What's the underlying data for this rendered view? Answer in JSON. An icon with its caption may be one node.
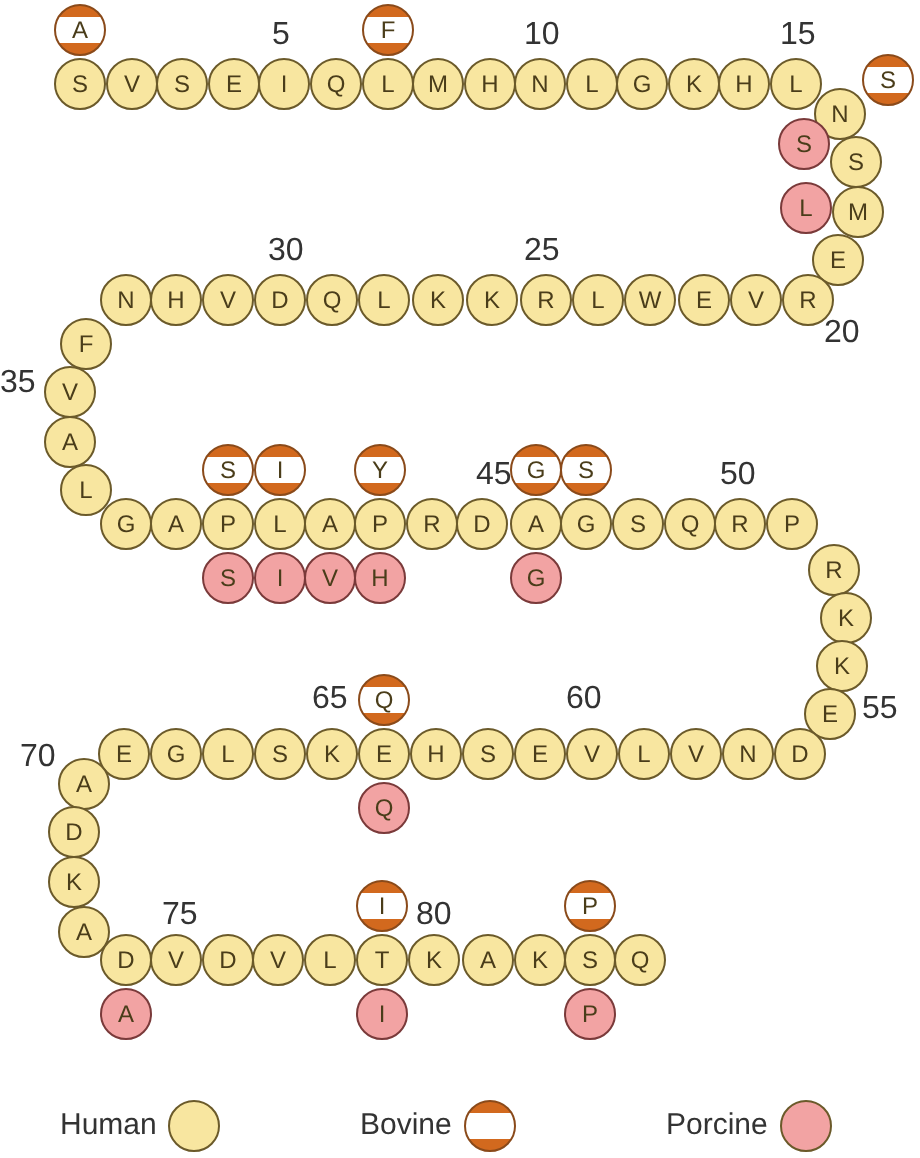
{
  "diagram": {
    "nodes": [
      {
        "text": [
          "S"
        ]
      },
      {
        "text": [
          "V"
        ]
      },
      {
        "text": [
          "S"
        ]
      },
      {
        "text": [
          "E"
        ]
      },
      {
        "text": [
          "I"
        ]
      },
      {
        "text": [
          "Q"
        ]
      },
      {
        "text": [
          "L"
        ]
      },
      {
        "text": [
          "M"
        ]
      },
      {
        "text": [
          "H"
        ]
      },
      {
        "text": [
          "N"
        ]
      },
      {
        "text": [
          "L"
        ]
      },
      {
        "text": [
          "G"
        ]
      },
      {
        "text": [
          "K"
        ]
      },
      {
        "text": [
          "H"
        ]
      },
      {
        "text": [
          "L"
        ]
      },
      {
        "text": [
          "N"
        ]
      },
      {
        "text": [
          "S"
        ]
      },
      {
        "text": [
          "M"
        ]
      },
      {
        "text": [
          "E"
        ]
      },
      {
        "text": [
          "R"
        ]
      },
      {
        "text": [
          "V"
        ]
      },
      {
        "text": [
          "E"
        ]
      },
      {
        "text": [
          "W"
        ]
      },
      {
        "text": [
          "L"
        ]
      },
      {
        "text": [
          "R"
        ]
      },
      {
        "text": [
          "K"
        ]
      },
      {
        "text": [
          "K"
        ]
      },
      {
        "text": [
          "L"
        ]
      },
      {
        "text": [
          "Q"
        ]
      },
      {
        "text": [
          "D"
        ]
      },
      {
        "text": [
          "V"
        ]
      },
      {
        "text": [
          "H"
        ]
      },
      {
        "text": [
          "N"
        ]
      },
      {
        "text": [
          "F"
        ]
      },
      {
        "text": [
          "V"
        ]
      },
      {
        "text": [
          "A"
        ]
      },
      {
        "text": [
          "L"
        ]
      },
      {
        "text": [
          "G"
        ]
      },
      {
        "text": [
          "A"
        ]
      },
      {
        "text": [
          "P"
        ]
      },
      {
        "text": [
          "L"
        ]
      },
      {
        "text": [
          "A"
        ]
      },
      {
        "text": [
          "P"
        ]
      },
      {
        "text": [
          "R"
        ]
      },
      {
        "text": [
          "D"
        ]
      },
      {
        "text": [
          "A"
        ]
      },
      {
        "text": [
          "G"
        ]
      },
      {
        "text": [
          "S"
        ]
      },
      {
        "text": [
          "Q"
        ]
      },
      {
        "text": [
          "R"
        ]
      },
      {
        "text": [
          "P"
        ]
      },
      {
        "text": [
          "R"
        ]
      },
      {
        "text": [
          "K"
        ]
      },
      {
        "text": [
          "K"
        ]
      },
      {
        "text": [
          "E"
        ]
      },
      {
        "text": [
          "D"
        ]
      },
      {
        "text": [
          "N"
        ]
      },
      {
        "text": [
          "V"
        ]
      },
      {
        "text": [
          "L"
        ]
      },
      {
        "text": [
          "V"
        ]
      },
      {
        "text": [
          "E"
        ]
      },
      {
        "text": [
          "S"
        ]
      },
      {
        "text": [
          "H"
        ]
      },
      {
        "text": [
          "E"
        ]
      },
      {
        "text": [
          "K"
        ]
      },
      {
        "text": [
          "S"
        ]
      },
      {
        "text": [
          "L"
        ]
      },
      {
        "text": [
          "G"
        ]
      },
      {
        "text": [
          "E"
        ]
      },
      {
        "text": [
          "A"
        ]
      },
      {
        "text": [
          "D"
        ]
      },
      {
        "text": [
          "K"
        ]
      },
      {
        "text": [
          "A"
        ]
      },
      {
        "text": [
          "D"
        ]
      },
      {
        "text": [
          "V"
        ]
      },
      {
        "text": [
          "D"
        ]
      },
      {
        "text": [
          "V"
        ]
      },
      {
        "text": [
          "L"
        ]
      },
      {
        "text": [
          "T"
        ]
      },
      {
        "text": [
          "K"
        ]
      },
      {
        "text": [
          "A"
        ]
      },
      {
        "text": [
          "K"
        ]
      },
      {
        "text": [
          "S"
        ]
      },
      {
        "text": [
          "Q"
        ]
      },
      {
        "text": [
          "A"
        ]
      },
      {
        "text": [
          "F"
        ]
      },
      {
        "text": [
          "S"
        ]
      },
      {
        "text": [
          "S"
        ]
      },
      {
        "text": [
          "L"
        ]
      },
      {
        "text": [
          "S"
        ]
      },
      {
        "text": [
          "I"
        ]
      },
      {
        "text": [
          "Y"
        ]
      },
      {
        "text": [
          "G"
        ]
      },
      {
        "text": [
          "S"
        ]
      },
      {
        "text": [
          "S"
        ]
      },
      {
        "text": [
          "I"
        ]
      },
      {
        "text": [
          "V"
        ]
      },
      {
        "text": [
          "H"
        ]
      },
      {
        "text": [
          "G"
        ]
      },
      {
        "text": [
          "Q"
        ]
      },
      {
        "text": [
          "Q"
        ]
      },
      {
        "text": [
          "I"
        ]
      },
      {
        "text": [
          "P"
        ]
      },
      {
        "text": [
          "A"
        ]
      },
      {
        "text": [
          "I"
        ]
      },
      {
        "text": [
          "P"
        ]
      }
    ],
    "labels": [
      "5",
      "10",
      "15",
      "30",
      "25",
      "20",
      "35",
      "45",
      "50",
      "65",
      "60",
      "55",
      "70",
      "75",
      "80"
    ],
    "legend": [
      {
        "text": "Human",
        "color": "#f8e6a0"
      },
      {
        "text": "Bovine"
      },
      {
        "text": "Porcine",
        "color": "#f2a3a3"
      }
    ]
  }
}
